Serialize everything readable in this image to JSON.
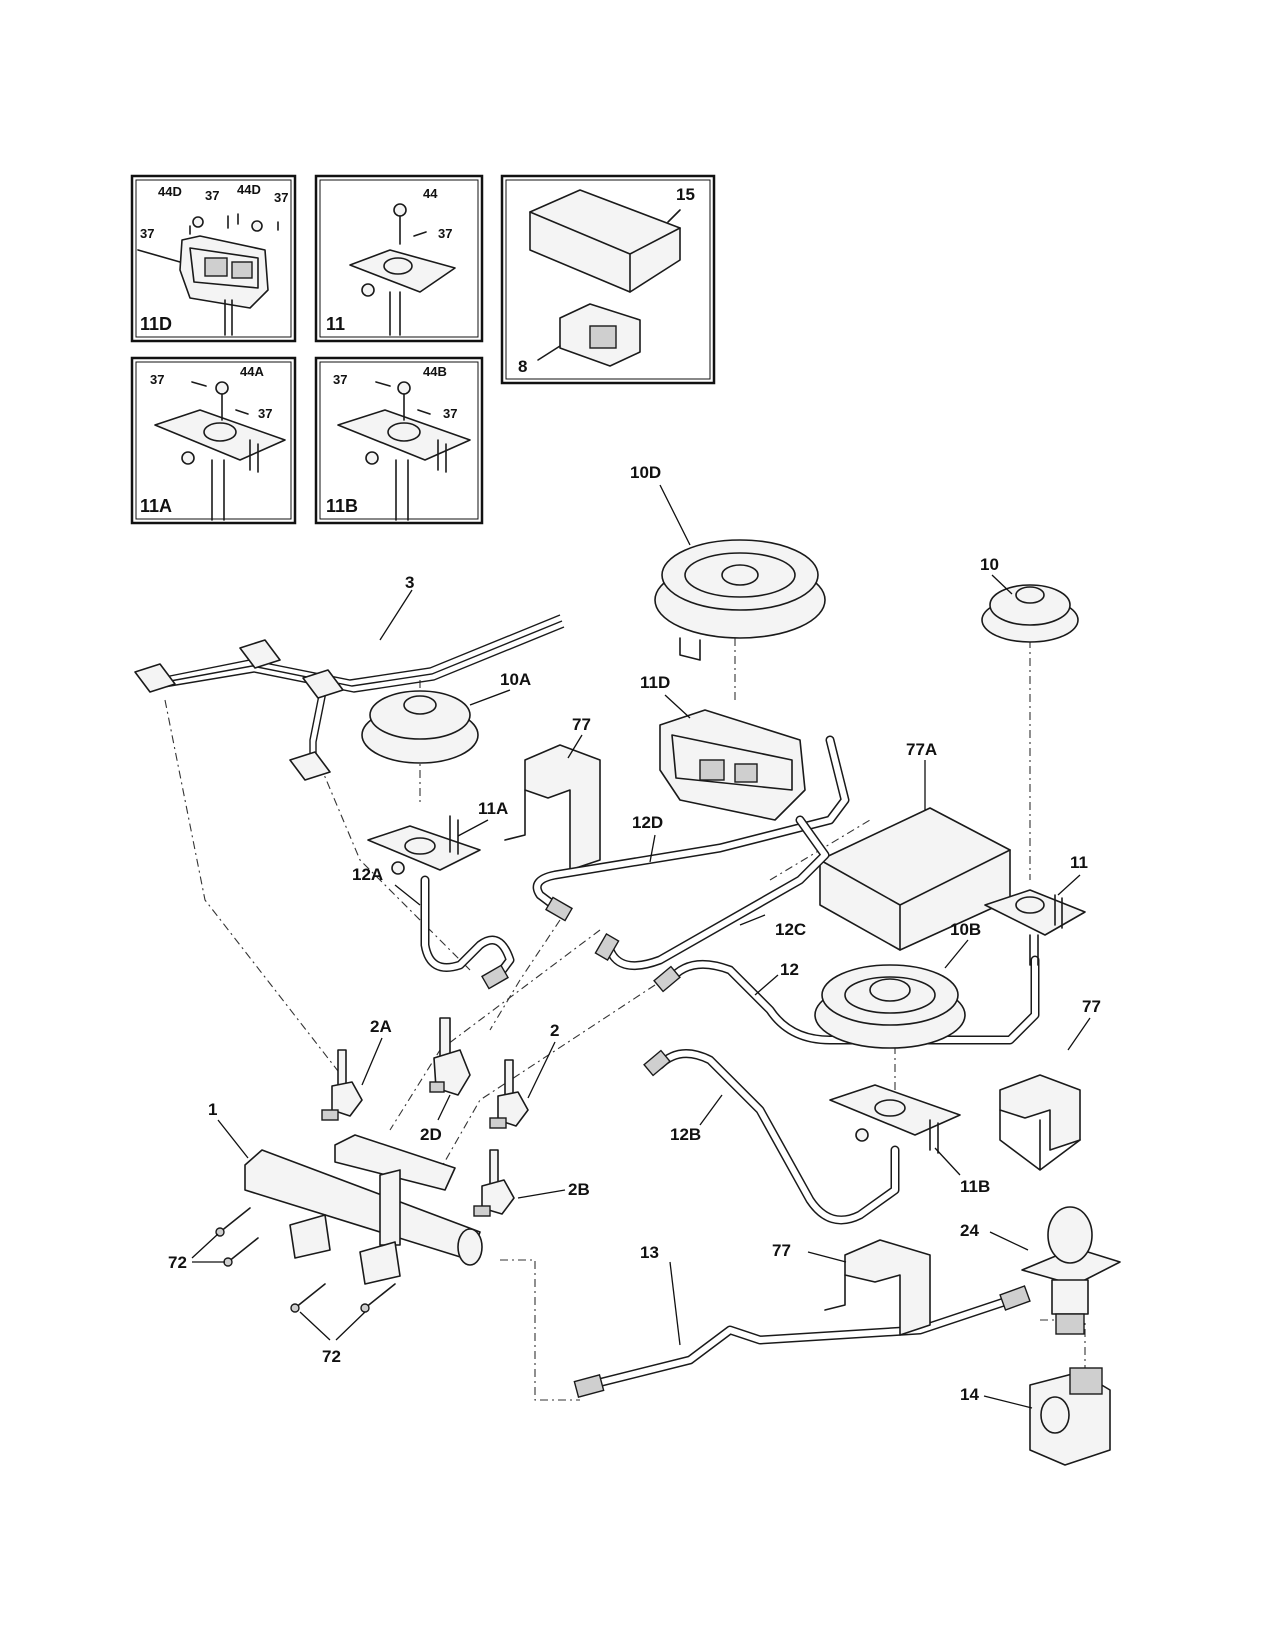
{
  "insets": [
    {
      "id": "11D",
      "callouts": [
        "44D",
        "37",
        "44D",
        "37",
        "37"
      ]
    },
    {
      "id": "11",
      "callouts": [
        "44",
        "37"
      ]
    },
    {
      "id": "15-8",
      "callouts": [
        "15",
        "8"
      ]
    },
    {
      "id": "11A",
      "callouts": [
        "37",
        "44A",
        "37"
      ]
    },
    {
      "id": "11B",
      "callouts": [
        "37",
        "44B",
        "37"
      ]
    }
  ],
  "labels": {
    "l3": "3",
    "l10D": "10D",
    "l10A": "10A",
    "l77a": "77",
    "l11D": "11D",
    "l10": "10",
    "l77A": "77A",
    "l11A": "11A",
    "l12D": "12D",
    "l12A": "12A",
    "l12C": "12C",
    "l11": "11",
    "l10B": "10B",
    "l12": "12",
    "l2A": "2A",
    "l2": "2",
    "l77b": "77",
    "l1": "1",
    "l2D": "2D",
    "l12B": "12B",
    "l11B": "11B",
    "l2B": "2B",
    "l72a": "72",
    "l24": "24",
    "l77c": "77",
    "l13": "13",
    "l72b": "72",
    "l14": "14"
  }
}
